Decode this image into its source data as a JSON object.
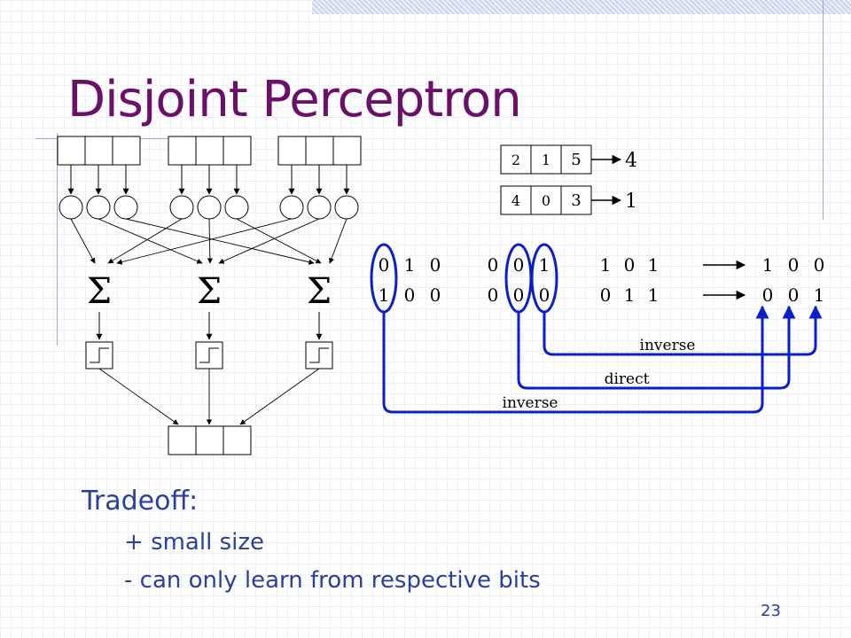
{
  "slide": {
    "title": "Disjoint Perceptron",
    "page_number": "23",
    "tradeoff_heading": "Tradeoff:",
    "bullets": [
      {
        "marker": "+",
        "text": "small size"
      },
      {
        "marker": "-",
        "text": "can only learn from respective bits"
      }
    ]
  },
  "diagram": {
    "summation_symbol": "Σ",
    "example_rows": [
      {
        "cells": [
          "2",
          "1",
          "5"
        ],
        "result": "4"
      },
      {
        "cells": [
          "4",
          "0",
          "3"
        ],
        "result": "1"
      }
    ],
    "bit_rows": [
      {
        "groups": [
          [
            "0",
            "1",
            "0"
          ],
          [
            "0",
            "0",
            "1"
          ],
          [
            "1",
            "0",
            "1"
          ]
        ],
        "output": [
          "1",
          "0",
          "0"
        ]
      },
      {
        "groups": [
          [
            "1",
            "0",
            "0"
          ],
          [
            "0",
            "0",
            "0"
          ],
          [
            "0",
            "1",
            "1"
          ]
        ],
        "output": [
          "0",
          "0",
          "1"
        ]
      }
    ],
    "connection_labels": [
      "inverse",
      "direct",
      "inverse"
    ]
  },
  "colors": {
    "title": "#6b0f6b",
    "body_text": "#2b3f9e",
    "connector": "#0a1ecc",
    "decoration": "#9aa6d6"
  }
}
